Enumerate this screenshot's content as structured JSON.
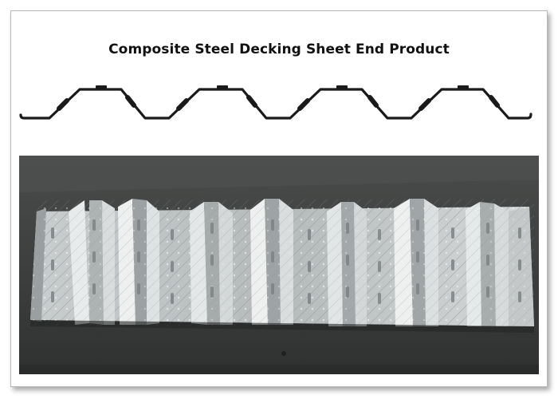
{
  "title": "Composite Steel Decking Sheet End Product",
  "colors": {
    "profile_stroke": "#1a1a1a",
    "background_dark": "#3b3d3c",
    "steel_light": "#cfd3d4",
    "steel_mid": "#9ea4a5",
    "steel_dark": "#6f7576"
  },
  "image": {
    "profile_drawing": "trapezoidal deck cross-section with four ribs",
    "photo": "galvanized composite steel decking sheet lying on dark floor"
  }
}
